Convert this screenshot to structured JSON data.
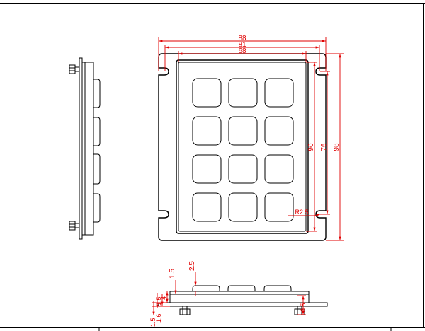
{
  "colors": {
    "outline": "#000000",
    "dimension": "#e00000",
    "background": "#ffffff"
  },
  "front_view": {
    "dimensions": {
      "overall_width": "88",
      "hole_spacing_width": "81",
      "keypad_width": "68",
      "keypad_height": "90",
      "hole_spacing_height": "76",
      "overall_height": "98",
      "corner_radius": "R2.5"
    },
    "keys": {
      "rows": 4,
      "cols": 3
    }
  },
  "bottom_view": {
    "dimensions": {
      "key_height": "2.5",
      "plate_step": "1.5",
      "dim_4": "4",
      "dim_1_5a": "1.5",
      "dim_1_6": "1.6",
      "dim_1_5b": "1.5",
      "dim_3_5": "3.5"
    }
  }
}
